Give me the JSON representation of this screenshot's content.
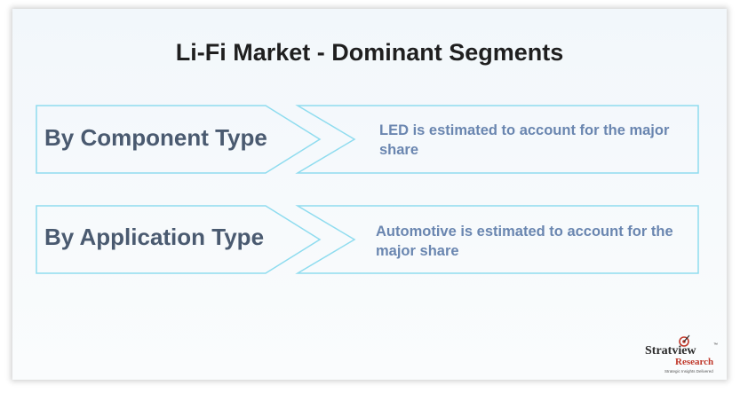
{
  "title": "Li-Fi Market - Dominant Segments",
  "segments": [
    {
      "label": "By Component Type",
      "description": "LED is estimated to account for the major share"
    },
    {
      "label": "By Application Type",
      "description": "Automotive is estimated to account for the major share"
    }
  ],
  "logo": {
    "name": "Stratview",
    "trademark": "™",
    "sub": "Research",
    "tagline": "Strategic Insights Delivered"
  },
  "colors": {
    "border": "#8fdcef",
    "label": "#4a5a70",
    "description": "#6a86b0",
    "title": "#1f1f1f",
    "logo_accent": "#c0392b"
  }
}
